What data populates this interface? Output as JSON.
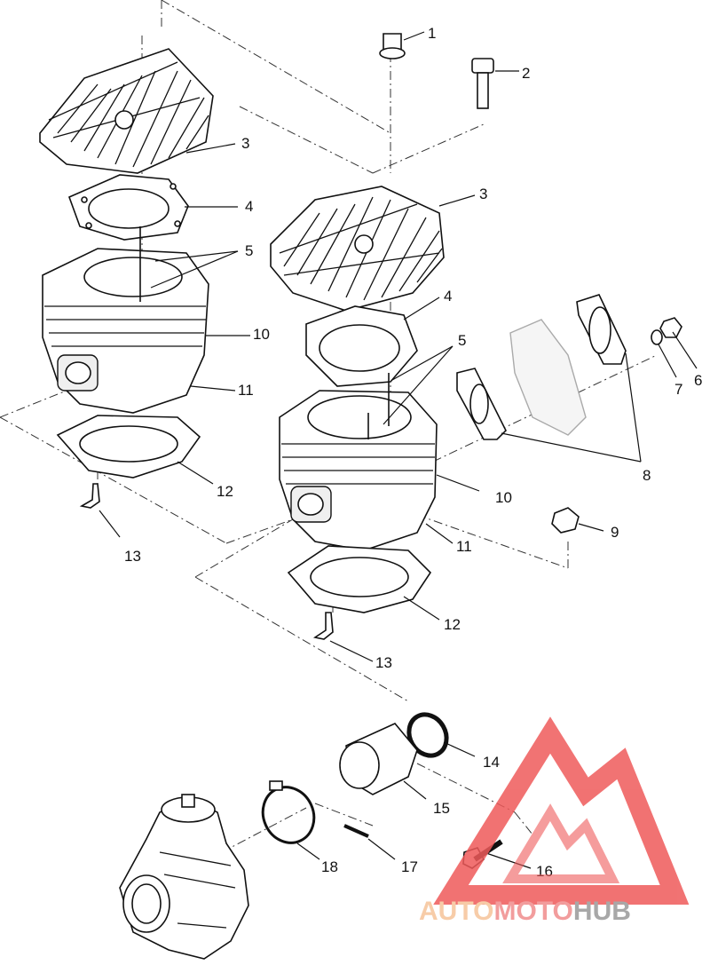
{
  "diagram": {
    "callouts": [
      {
        "id": "1",
        "label": "1"
      },
      {
        "id": "2",
        "label": "2"
      },
      {
        "id": "3a",
        "label": "3"
      },
      {
        "id": "3b",
        "label": "3"
      },
      {
        "id": "4a",
        "label": "4"
      },
      {
        "id": "4b",
        "label": "4"
      },
      {
        "id": "5a",
        "label": "5"
      },
      {
        "id": "5b",
        "label": "5"
      },
      {
        "id": "6",
        "label": "6"
      },
      {
        "id": "7",
        "label": "7"
      },
      {
        "id": "8",
        "label": "8"
      },
      {
        "id": "9",
        "label": "9"
      },
      {
        "id": "10a",
        "label": "10"
      },
      {
        "id": "10b",
        "label": "10"
      },
      {
        "id": "11a",
        "label": "11"
      },
      {
        "id": "11b",
        "label": "11"
      },
      {
        "id": "12a",
        "label": "12"
      },
      {
        "id": "12b",
        "label": "12"
      },
      {
        "id": "13a",
        "label": "13"
      },
      {
        "id": "13b",
        "label": "13"
      },
      {
        "id": "14",
        "label": "14"
      },
      {
        "id": "15",
        "label": "15"
      },
      {
        "id": "16",
        "label": "16"
      },
      {
        "id": "17",
        "label": "17"
      },
      {
        "id": "18",
        "label": "18"
      }
    ]
  },
  "watermark": {
    "brand_part1": "AUTO",
    "brand_part2": "MOTO",
    "brand_part3": "HUB",
    "color_part1": "#f6c49a",
    "color_part2": "#f08c8c",
    "color_part3": "#9a9a9a",
    "triangle_color": "#ef5a5a"
  }
}
